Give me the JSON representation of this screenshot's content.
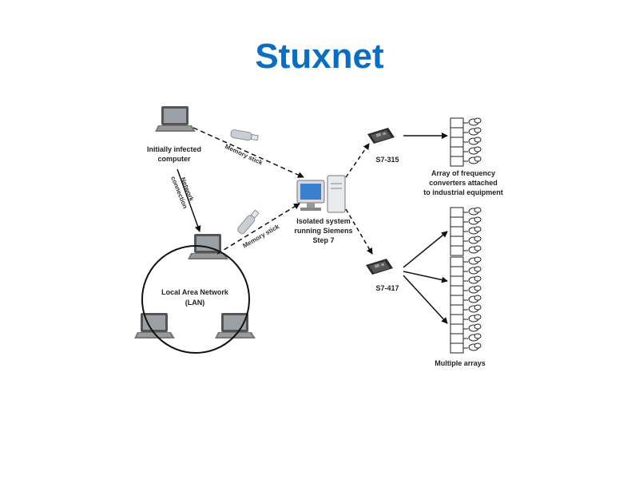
{
  "slide": {
    "title": "Stuxnet",
    "title_color": "#0a6fc2"
  },
  "diagram": {
    "initial_computer": {
      "line1": "Initially infected",
      "line2": "computer",
      "icon": "laptop-icon"
    },
    "network_connection": {
      "line1": "Network",
      "line2": "connection"
    },
    "memory_stick_top": {
      "label": "Memory stick",
      "icon": "usb-stick-icon"
    },
    "memory_stick_bottom": {
      "label": "Memory stick",
      "icon": "usb-stick-icon"
    },
    "isolated_system": {
      "line1": "Isolated system",
      "line2": "running Siemens",
      "line3": "Step 7",
      "icon": "desktop-computer-icon"
    },
    "lan": {
      "line1": "Local Area Network",
      "line2": "(LAN)"
    },
    "plc_top": {
      "label": "S7-315",
      "icon": "plc-board-icon"
    },
    "plc_bottom": {
      "label": "S7-417",
      "icon": "plc-board-icon"
    },
    "array_caption": {
      "line1": "Array of frequency",
      "line2": "converters attached",
      "line3": "to industrial  equipment"
    },
    "multiple_caption": {
      "label": "Multiple arrays"
    }
  }
}
